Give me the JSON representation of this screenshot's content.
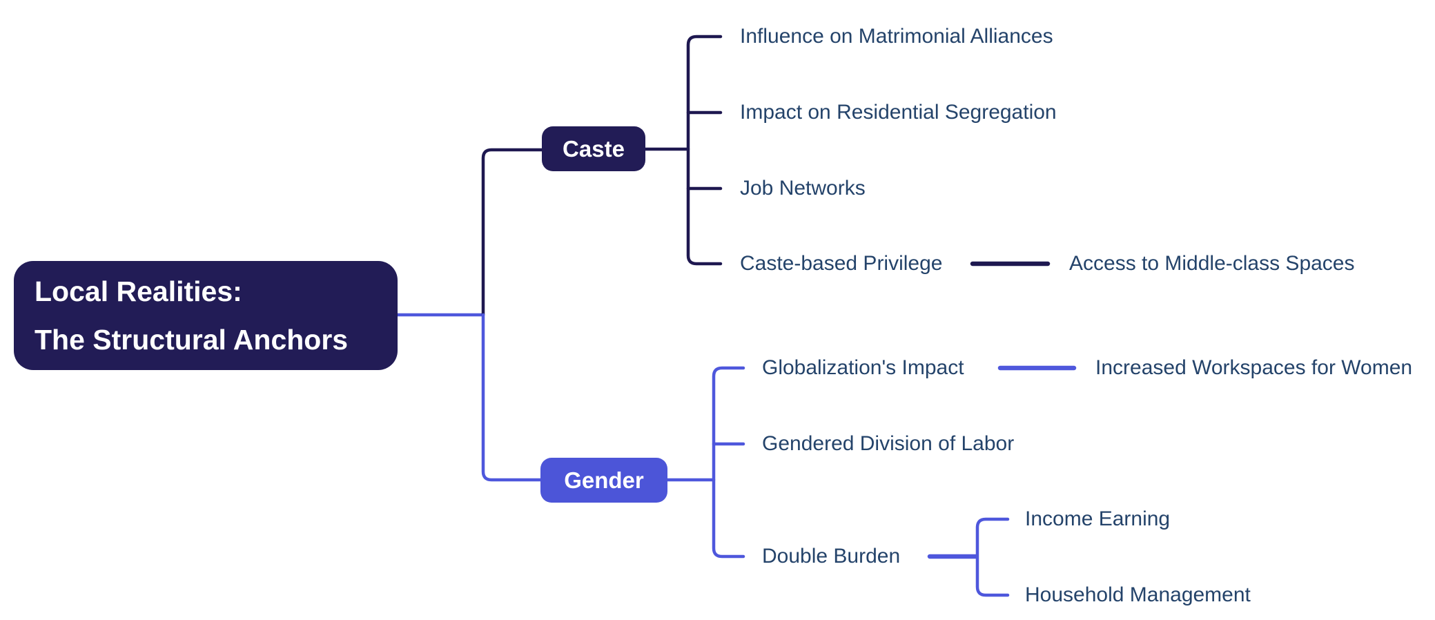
{
  "diagram_type": "mindmap",
  "root": {
    "title_line1": "Local Realities:",
    "title_line2": "The Structural Anchors"
  },
  "branches": [
    {
      "label": "Caste",
      "children": [
        {
          "label": "Influence on Matrimonial Alliances"
        },
        {
          "label": "Impact on Residential Segregation"
        },
        {
          "label": "Job Networks"
        },
        {
          "label": "Caste-based Privilege",
          "children": [
            {
              "label": "Access to Middle-class Spaces"
            }
          ]
        }
      ]
    },
    {
      "label": "Gender",
      "children": [
        {
          "label": "Globalization's Impact",
          "children": [
            {
              "label": "Increased Workspaces for Women"
            }
          ]
        },
        {
          "label": "Gendered Division of Labor"
        },
        {
          "label": "Double Burden",
          "children": [
            {
              "label": "Income Earning"
            },
            {
              "label": "Household Management"
            }
          ]
        }
      ]
    }
  ],
  "colors": {
    "dark_node": "#221c56",
    "dark_line": "#1e1850",
    "blue_node": "#4c55d8",
    "blue_line": "#4e57dc",
    "leaf_text": "#24436a",
    "node_text": "#ffffff",
    "background": "#ffffff"
  }
}
